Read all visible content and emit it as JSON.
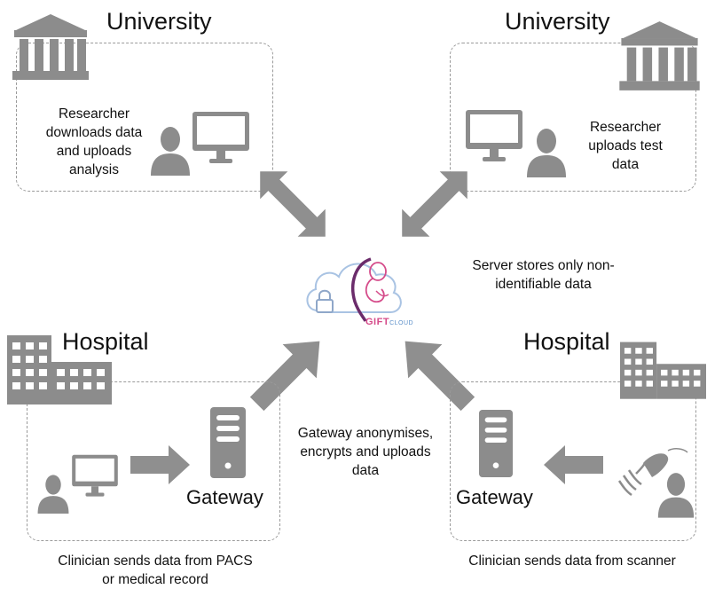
{
  "top_left": {
    "title": "University",
    "caption": [
      "Researcher",
      "downloads data",
      "and uploads",
      "analysis"
    ]
  },
  "top_right": {
    "title": "University",
    "caption": [
      "Researcher",
      "uploads test",
      "data"
    ]
  },
  "center": {
    "server_caption": [
      "Server stores only non-",
      "identifiable data"
    ],
    "logo_text_main": "GIFT",
    "logo_text_sub": "CLOUD",
    "gateway_caption": [
      "Gateway anonymises,",
      "encrypts and uploads",
      "data"
    ]
  },
  "bottom_left": {
    "title": "Hospital",
    "gateway_label": "Gateway",
    "caption": [
      "Clinician sends data from PACS",
      "or medical record"
    ]
  },
  "bottom_right": {
    "title": "Hospital",
    "gateway_label": "Gateway",
    "caption": [
      "Clinician sends data from scanner"
    ]
  },
  "colors": {
    "icon_gray": "#8c8c8c",
    "arrow_gray": "#8f8f8f",
    "logo_pink": "#d54b8a",
    "logo_blue": "#5b8fc9",
    "logo_purple": "#6b2c6b"
  },
  "icons": [
    "university-building-icon",
    "hospital-building-icon",
    "person-icon",
    "monitor-icon",
    "server-icon",
    "ultrasound-probe-icon",
    "cloud-icon",
    "lock-icon",
    "fetus-icon"
  ]
}
